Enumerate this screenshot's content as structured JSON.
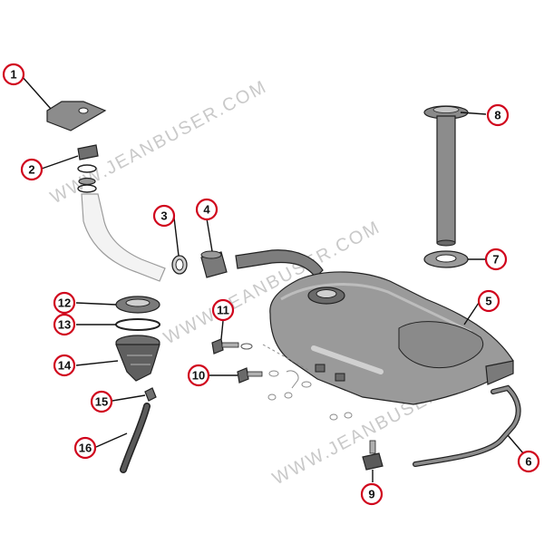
{
  "watermark": "WWW.JEANBUSER.COM",
  "colors": {
    "callout_ring": "#d0021b",
    "part_fill": "#8c8c8c",
    "part_light": "#c8c8c8"
  },
  "callouts": [
    {
      "number": "1",
      "part": "heat-shield-plate"
    },
    {
      "number": "2",
      "part": "filler-cap"
    },
    {
      "number": "3",
      "part": "hose-clamp"
    },
    {
      "number": "4",
      "part": "hose-sleeve"
    },
    {
      "number": "5",
      "part": "fuel-tank"
    },
    {
      "number": "6",
      "part": "tank-strap"
    },
    {
      "number": "7",
      "part": "sender-gasket"
    },
    {
      "number": "8",
      "part": "fuel-gauge-sender"
    },
    {
      "number": "9",
      "part": "strap-nut"
    },
    {
      "number": "10",
      "part": "banjo-bolt"
    },
    {
      "number": "11",
      "part": "mounting-bolt"
    },
    {
      "number": "12",
      "part": "filler-neck-nut"
    },
    {
      "number": "13",
      "part": "retaining-ring"
    },
    {
      "number": "14",
      "part": "rubber-boot"
    },
    {
      "number": "15",
      "part": "drain-fitting"
    },
    {
      "number": "16",
      "part": "drain-hose"
    }
  ]
}
